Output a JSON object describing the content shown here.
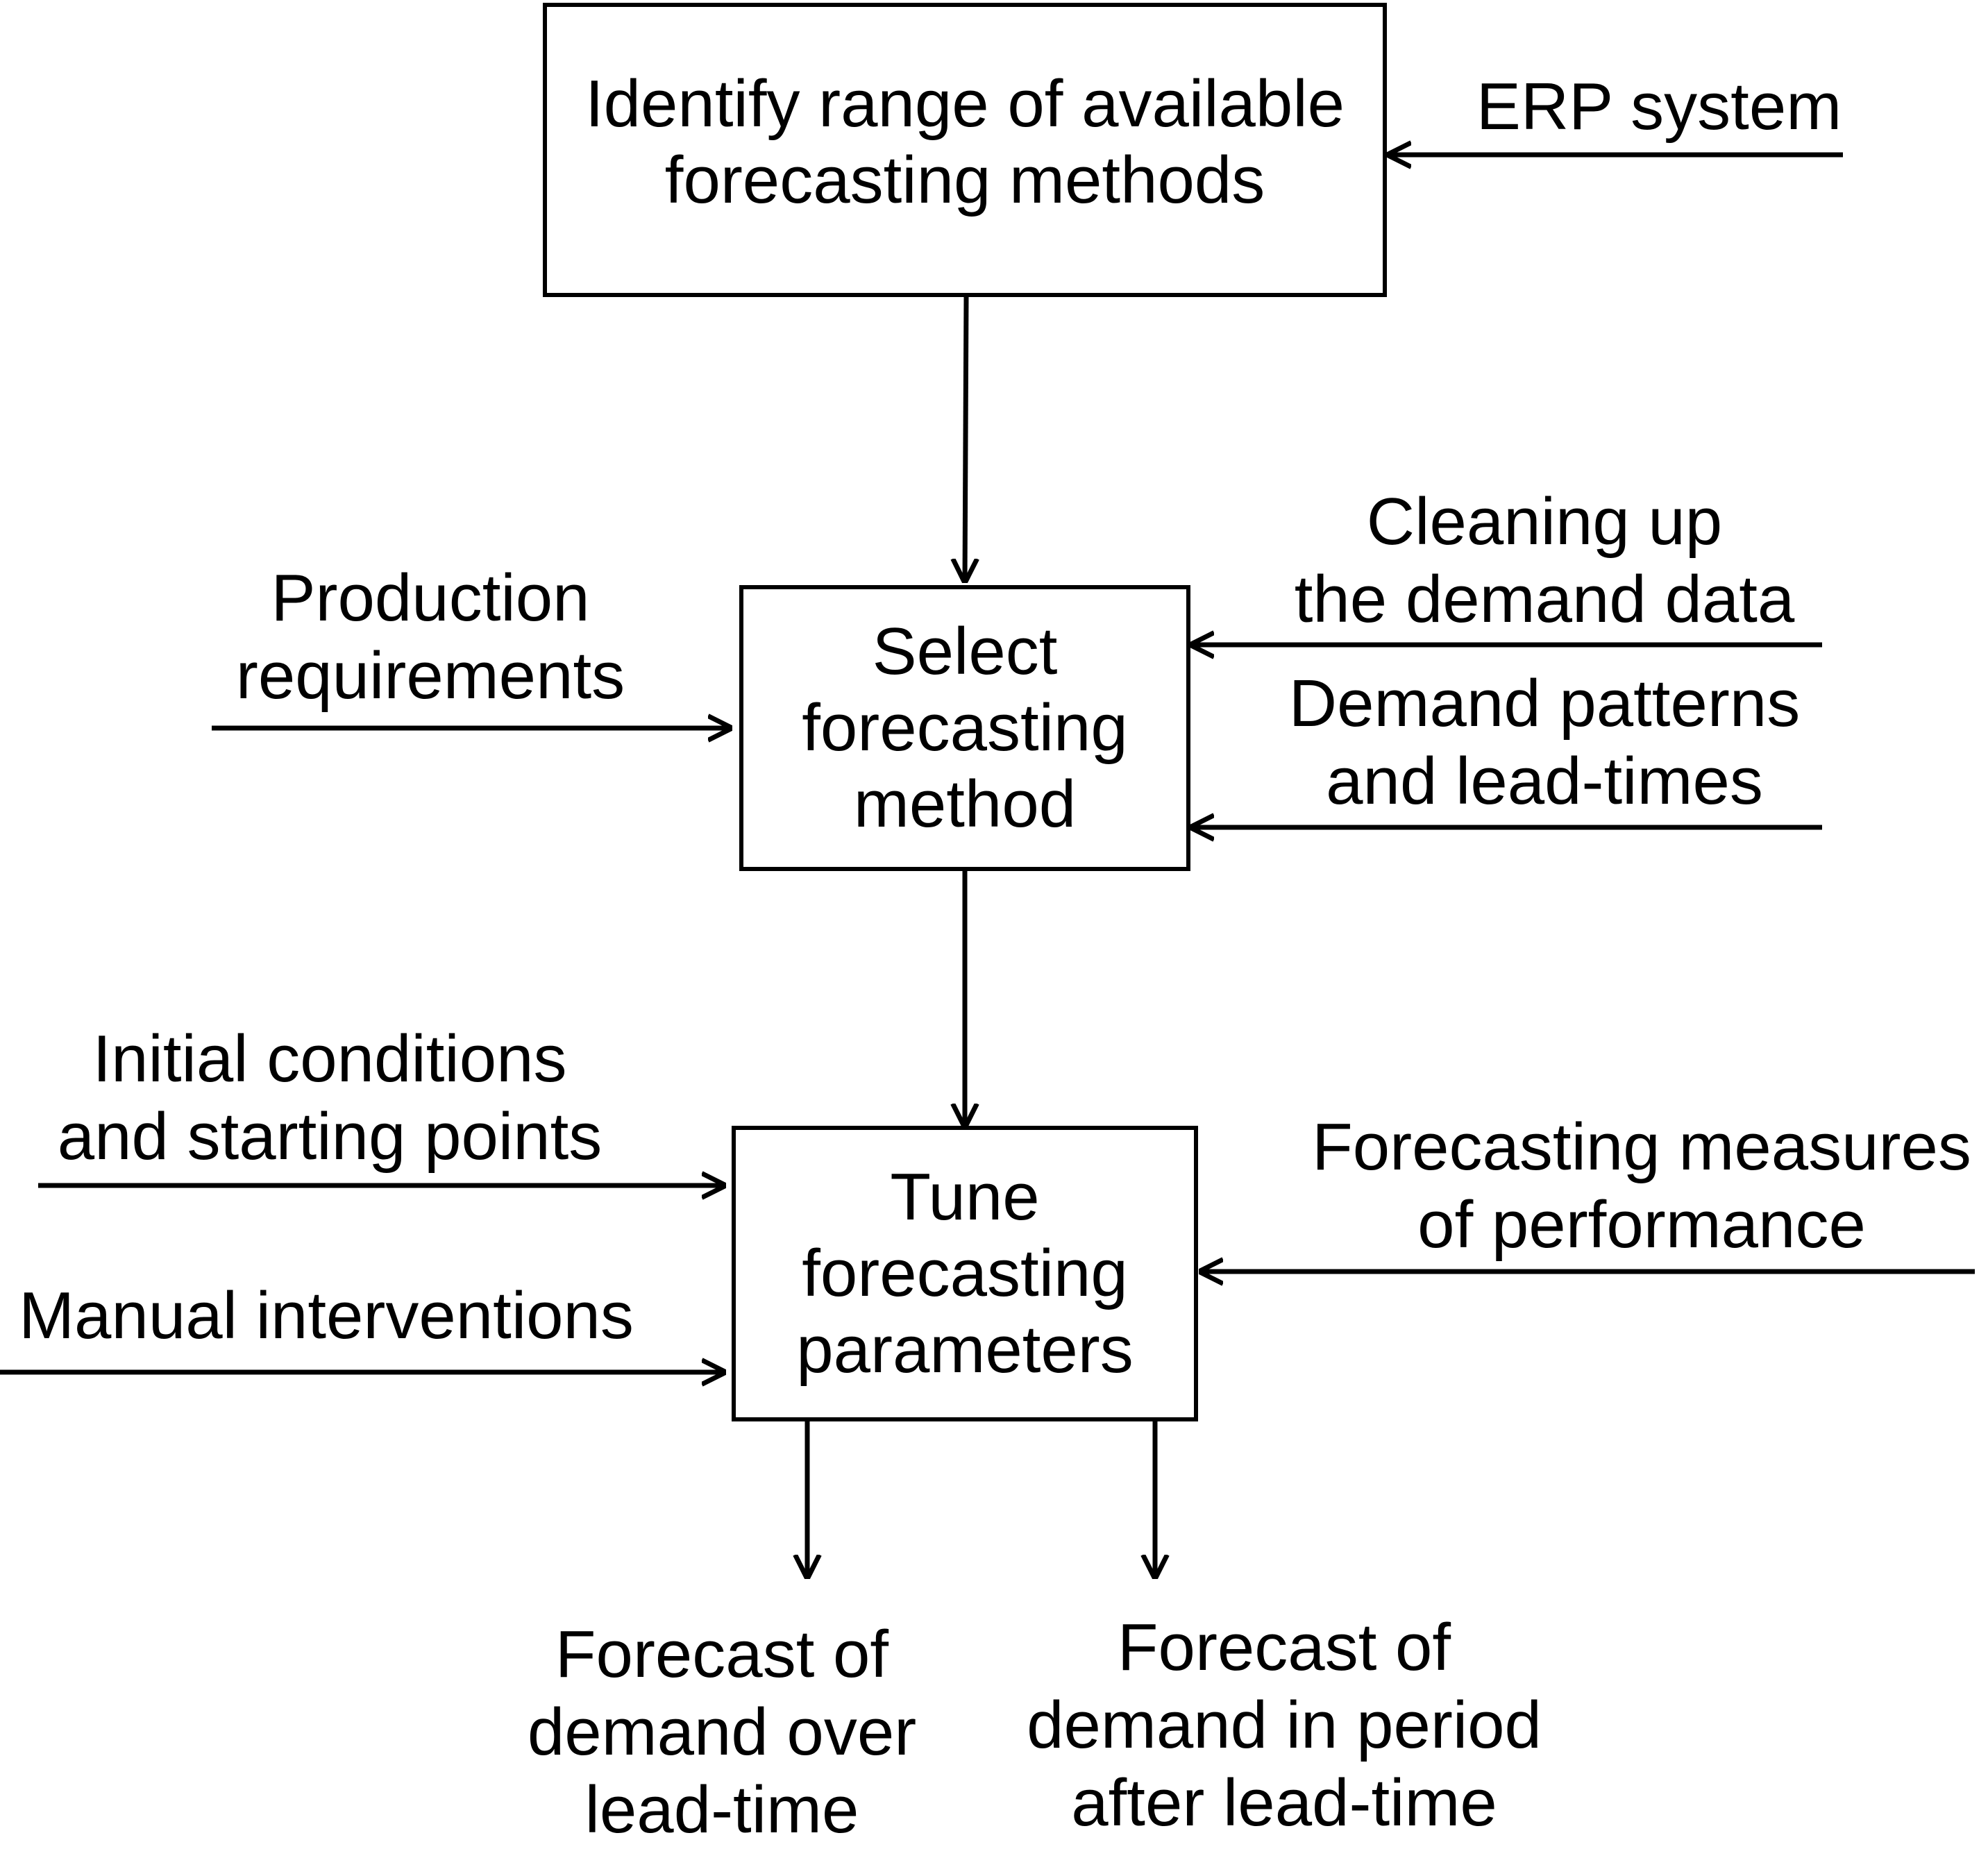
{
  "boxes": {
    "identify": {
      "lines": [
        "Identify range of available",
        "forecasting methods"
      ]
    },
    "select": {
      "lines": [
        "Select",
        "forecasting",
        "method"
      ]
    },
    "tune": {
      "lines": [
        "Tune",
        "forecasting",
        "parameters"
      ]
    }
  },
  "inputs": {
    "erp": {
      "lines": [
        "ERP system"
      ]
    },
    "production": {
      "lines": [
        "Production",
        "requirements"
      ]
    },
    "cleaning": {
      "lines": [
        "Cleaning up",
        "the demand data"
      ]
    },
    "demand_patterns": {
      "lines": [
        "Demand patterns",
        "and lead-times"
      ]
    },
    "initial": {
      "lines": [
        "Initial conditions",
        "and starting points"
      ]
    },
    "manual": {
      "lines": [
        "Manual interventions"
      ]
    },
    "measures": {
      "lines": [
        "Forecasting measures",
        "of performance"
      ]
    }
  },
  "outputs": {
    "over_lead_time": {
      "lines": [
        "Forecast of",
        "demand over",
        "lead-time"
      ]
    },
    "after_lead_time": {
      "lines": [
        "Forecast of",
        "demand in period",
        "after lead-time"
      ]
    }
  },
  "colors": {
    "stroke": "#000000",
    "background": "#ffffff"
  }
}
